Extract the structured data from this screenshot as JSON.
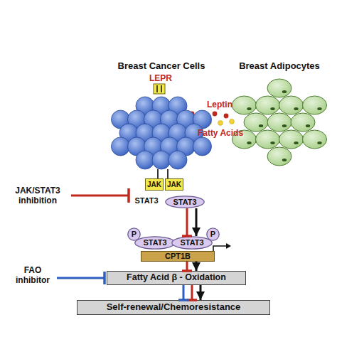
{
  "diagram": {
    "nodes": [
      {
        "text": [
          "Breast Cancer Cells"
        ]
      },
      {
        "text": [
          "Breast Adipocytes"
        ]
      },
      {
        "text": [
          "JAK"
        ]
      },
      {
        "text": [
          "JAK"
        ]
      },
      {
        "text": [
          "STAT3"
        ]
      },
      {
        "text": [
          "P"
        ]
      },
      {
        "text": [
          "STAT3"
        ]
      },
      {
        "text": [
          "STAT3"
        ]
      },
      {
        "text": [
          "P"
        ]
      },
      {
        "text": [
          "CPT1B"
        ]
      },
      {
        "text": [
          "Fatty Acid β - Oxidation"
        ]
      },
      {
        "text": [
          "Self-renewal/Chemoresistance"
        ]
      }
    ],
    "edges": [
      {
        "from": 4,
        "to": 7,
        "arrow": "to"
      },
      {
        "from": 4,
        "to": 6,
        "arrow": "to"
      },
      {
        "from": 9,
        "to": 10,
        "arrow": "to"
      },
      {
        "from": 9,
        "to": 10,
        "arrow": "to"
      },
      {
        "from": 10,
        "to": 11,
        "arrow": "to"
      },
      {
        "from": 10,
        "to": 11,
        "arrow": "to"
      },
      {
        "from": 10,
        "to": 11,
        "arrow": "to"
      }
    ],
    "labels": [
      "LEPR",
      "Leptin",
      "Fatty Acids",
      "STAT3",
      "JAK/STAT3 inhibition",
      "FAO inhibitor"
    ]
  }
}
